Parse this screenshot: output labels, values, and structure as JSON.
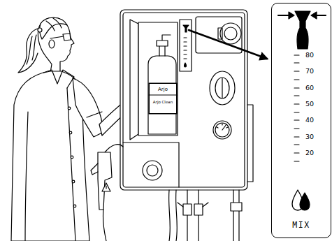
{
  "diagram": {
    "nodes": [
      {
        "text": [
          "Arjo",
          "Arjo Clean"
        ]
      },
      {
        "text": [
          "80",
          "70",
          "60",
          "50",
          "40",
          "30",
          "20",
          "MIX"
        ]
      }
    ]
  }
}
